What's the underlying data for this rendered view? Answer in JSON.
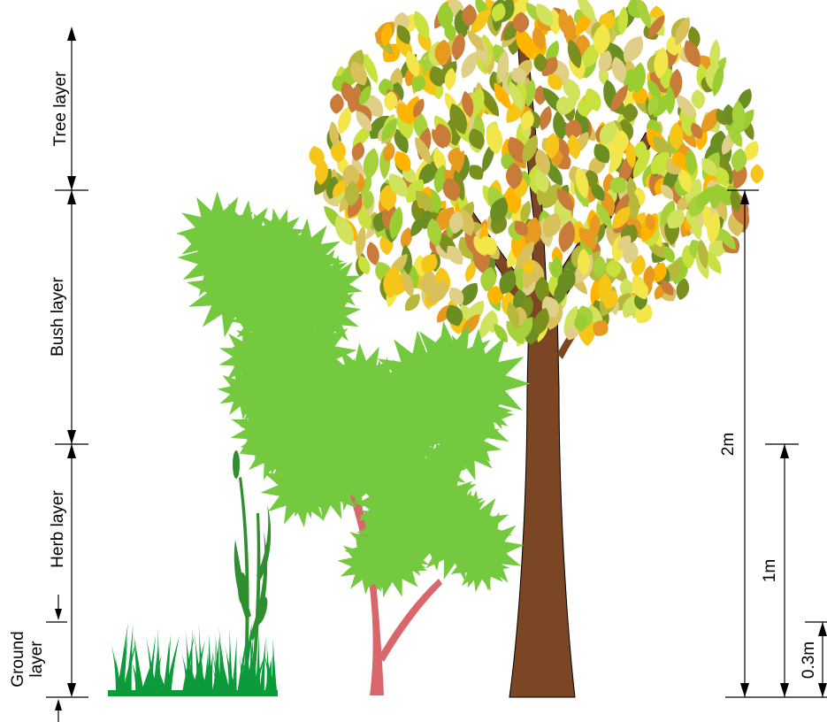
{
  "layers": {
    "tree": "Tree layer",
    "bush": "Bush layer",
    "herb": "Herb layer",
    "ground_line1": "Ground",
    "ground_line2": "layer"
  },
  "heights": {
    "two_m": "2m",
    "one_m": "1m",
    "point_three_m": "0.3m"
  },
  "colors": {
    "tree_trunk": "#7a4623",
    "bush_leaves": "#74c93f",
    "bush_stem": "#d9666a",
    "grass": "#0c9a3a",
    "herb": "#2f8f2e",
    "tree_leaf_palette": [
      "#f5c518",
      "#ffb400",
      "#c8e13c",
      "#9acd32",
      "#b5b83a",
      "#d8c05a",
      "#e89a20",
      "#7a8f1e",
      "#a7d13a",
      "#f2e64a",
      "#c97c3a",
      "#6b8e23",
      "#e0cf86",
      "#d1e25c"
    ]
  }
}
